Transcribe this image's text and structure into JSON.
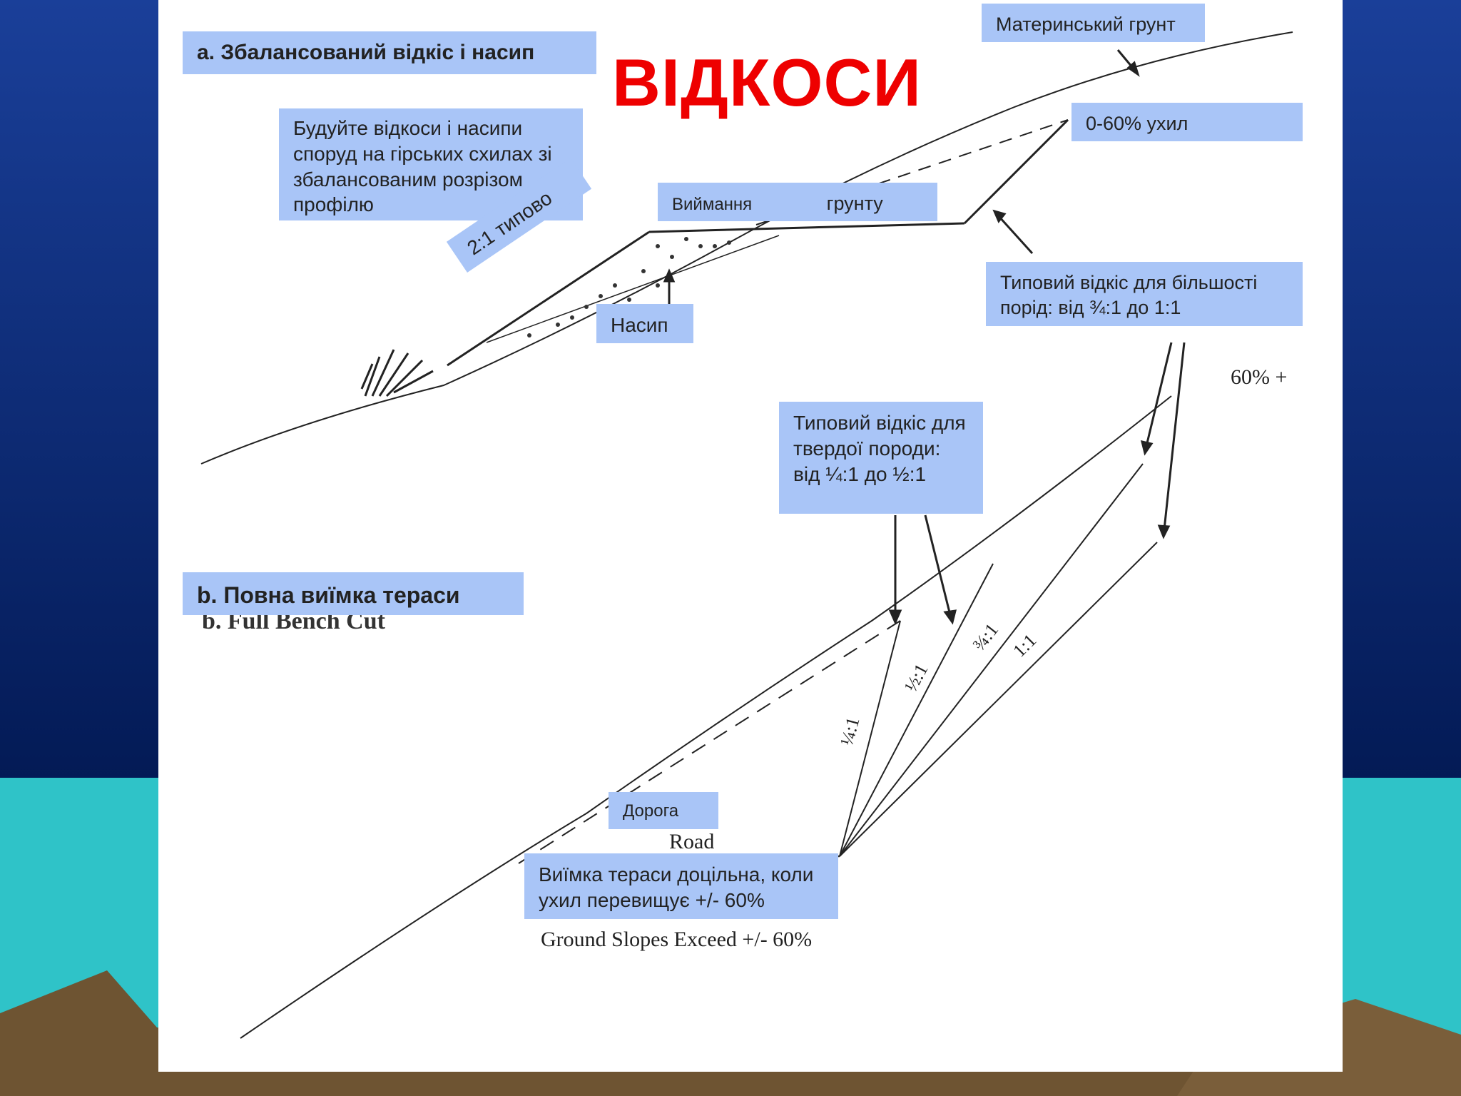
{
  "slide": {
    "title": "ВІДКОСИ",
    "colors": {
      "title": "#ee0000",
      "label_bg": "#a9c5f7",
      "sky_top": "#1a3f99",
      "sky_bottom": "#031a55",
      "sea": "#2fc3c8",
      "land": "#6e5432"
    }
  },
  "labels": {
    "section_a": "а. Збалансований відкіс і насип",
    "build_note": "Будуйте відкоси і насипи споруд на гірських схилах зі збалансованим розрізом профілю",
    "parent_soil": "Материнський грунт",
    "slope_0_60": "0-60% ухил",
    "excavation": "Виймання",
    "soil": "грунту",
    "ratio_2_1": "2:1 типово",
    "embankment": "Насип",
    "typical_most_rocks": "Типовий відкіс для більшості порід: від ¾:1 до 1:1",
    "typical_hard_rock": "Типовий відкіс для твердої породи: від ¼:1 до ½:1",
    "section_b": "b. Повна виїмка тераси",
    "road_ua": "Дорога",
    "bench_note": "Виїмка тераси доцільна, коли ухил перевищує  +/- 60%"
  },
  "original_text": {
    "full_bench_cut": "b. Full Bench Cut",
    "road": "Road",
    "ground_slopes": "Ground Slopes Exceed +/- 60%",
    "pct_60": "60% +",
    "r_quarter": "¼:1",
    "r_half": "½:1",
    "r_three_quarter": "¾:1",
    "r_one": "1:1"
  }
}
